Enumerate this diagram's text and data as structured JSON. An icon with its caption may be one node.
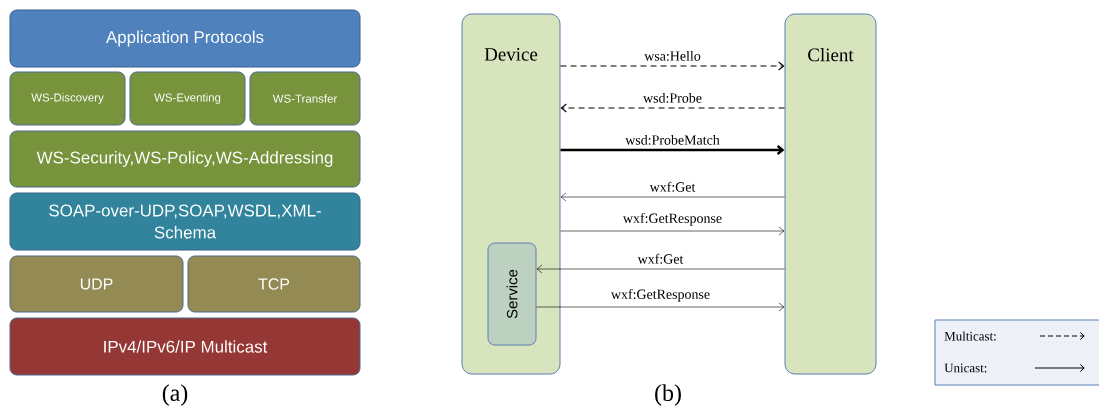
{
  "diagram": {
    "nodes": [
      {
        "text": [
          "Application Protocols"
        ]
      },
      {
        "text": [
          "WS-Discovery"
        ]
      },
      {
        "text": [
          "WS-Eventing"
        ]
      },
      {
        "text": [
          "WS-Transfer"
        ]
      },
      {
        "text": [
          "WS-Security,WS-Policy,WS-Addressing"
        ]
      },
      {
        "text": [
          "SOAP-over-UDP,SOAP,WSDL,XML-Schema"
        ]
      },
      {
        "text": [
          "UDP"
        ]
      },
      {
        "text": [
          "TCP"
        ]
      },
      {
        "text": [
          "IPv4/IPv6/IP Multicast"
        ]
      },
      {
        "text": [
          "Device"
        ]
      },
      {
        "text": [
          "Service"
        ],
        "in": 9
      },
      {
        "text": [
          "Client"
        ]
      }
    ],
    "edges": [
      {
        "from": 9,
        "to": 11,
        "arrow": "to",
        "label": "wsa:Hello",
        "style": "dashed"
      },
      {
        "from": 11,
        "to": 9,
        "arrow": "to",
        "label": "wsd:Probe",
        "style": "dashed"
      },
      {
        "from": 9,
        "to": 11,
        "arrow": "to",
        "label": "wsd:ProbeMatch",
        "style": "thick"
      },
      {
        "from": 11,
        "to": 9,
        "arrow": "to",
        "label": "wxf:Get"
      },
      {
        "from": 9,
        "to": 11,
        "arrow": "to",
        "label": "wxf:GetResponse"
      },
      {
        "from": 11,
        "to": 10,
        "arrow": "to",
        "label": "wxf:Get"
      },
      {
        "from": 10,
        "to": 11,
        "arrow": "to",
        "label": "wxf:GetResponse"
      }
    ],
    "labels": [
      "(a)",
      "(b)"
    ],
    "legend": [
      {
        "text": "Multicast:"
      },
      {
        "text": "Unicast:"
      }
    ]
  }
}
